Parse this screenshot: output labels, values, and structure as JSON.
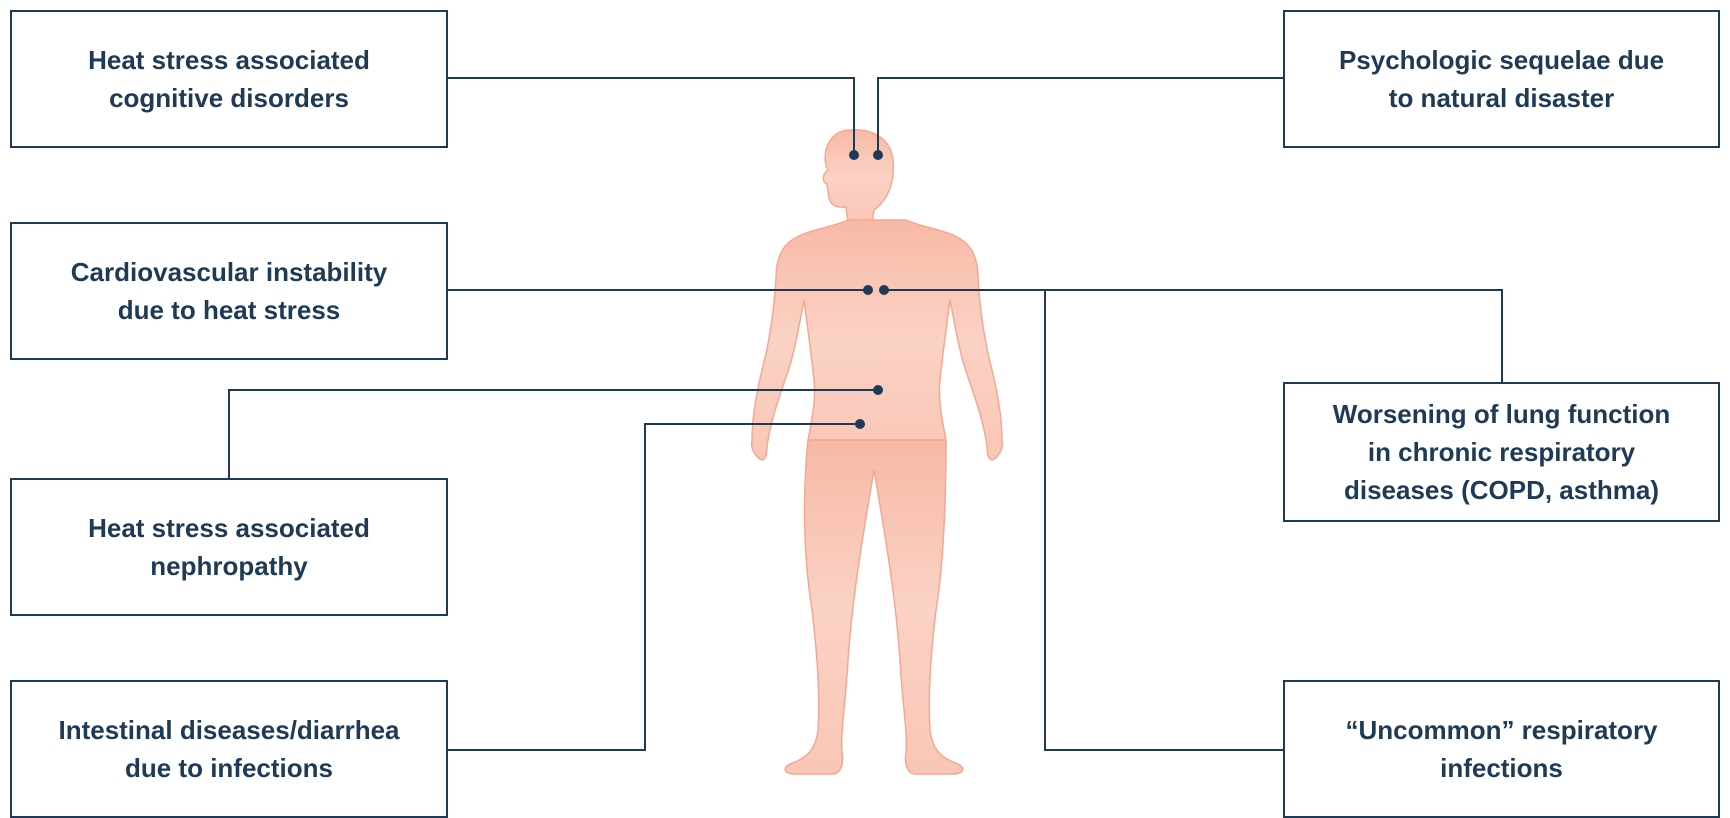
{
  "colors": {
    "line": "#1e3a56",
    "box_border": "#1e3a56",
    "text": "#1e3a56",
    "body_fill": "#f9c4b4",
    "body_outline": "#f4a892"
  },
  "body_figure": {
    "icon": "human-body-silhouette"
  },
  "conditions": {
    "cognitive": {
      "line1": "Heat stress associated",
      "line2": "cognitive disorders"
    },
    "psychologic": {
      "line1": "Psychologic sequelae due",
      "line2": "to natural disaster"
    },
    "cardiovascular": {
      "line1": "Cardiovascular instability",
      "line2": "due to heat stress"
    },
    "lung": {
      "line1": "Worsening of lung function",
      "line2": "in chronic respiratory",
      "line3": "diseases (COPD, asthma)"
    },
    "nephropathy": {
      "line1": "Heat stress associated",
      "line2": "nephropathy"
    },
    "intestinal": {
      "line1": "Intestinal diseases/diarrhea",
      "line2": "due to infections"
    },
    "uncommon_respiratory": {
      "line1": "“Uncommon” respiratory",
      "line2": "infections"
    }
  }
}
